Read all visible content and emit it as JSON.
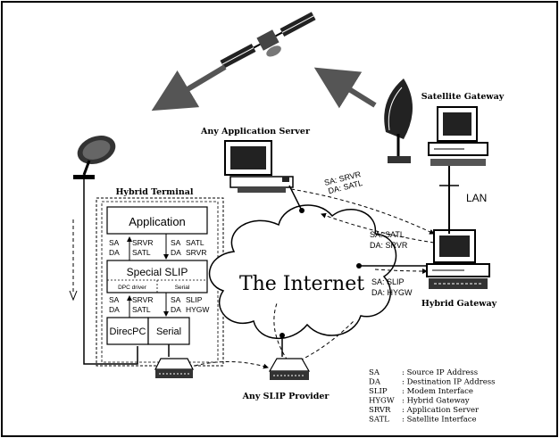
{
  "nodes": {
    "satellite_gateway": "Satellite Gateway",
    "app_server": "Any Application Server",
    "hybrid_terminal": "Hybrid Terminal",
    "hybrid_gateway": "Hybrid Gateway",
    "slip_provider": "Any SLIP Provider",
    "internet": "The Internet",
    "lan": "LAN"
  },
  "boxes": {
    "application": "Application",
    "special_slip": "Special SLIP",
    "dpc_driver": "DPC driver",
    "serial_small": "Serial",
    "direcpc": "DirecPC",
    "serial": "Serial"
  },
  "addresses": {
    "server_sa": "SA: SRVR",
    "server_da": "DA: SATL",
    "gw_top_sa": "SA: SATL",
    "gw_top_da": "DA: SRVR",
    "gw_bot_sa": "SA: SLIP",
    "gw_bot_da": "DA: HYGW",
    "t1_left_sa": "SA",
    "t1_left_v1": "SRVR",
    "t1_left_da": "DA",
    "t1_left_v2": "SATL",
    "t1_right_sa": "SA",
    "t1_right_v1": "SATL",
    "t1_right_da": "DA",
    "t1_right_v2": "SRVR",
    "t2_left_sa": "SA",
    "t2_left_v1": "SRVR",
    "t2_left_da": "DA",
    "t2_left_v2": "SATL",
    "t2_right_sa": "SA",
    "t2_right_v1": "SLIP",
    "t2_right_da": "DA",
    "t2_right_v2": "HYGW"
  },
  "legend": [
    {
      "abbr": "SA",
      "desc": ": Source IP Address"
    },
    {
      "abbr": "DA",
      "desc": ": Destination IP Address"
    },
    {
      "abbr": "SLIP",
      "desc": ": Modem Interface"
    },
    {
      "abbr": "HYGW",
      "desc": ": Hybrid Gateway"
    },
    {
      "abbr": "SRVR",
      "desc": ": Application Server"
    },
    {
      "abbr": "SATL",
      "desc": ": Satellite Interface"
    }
  ]
}
